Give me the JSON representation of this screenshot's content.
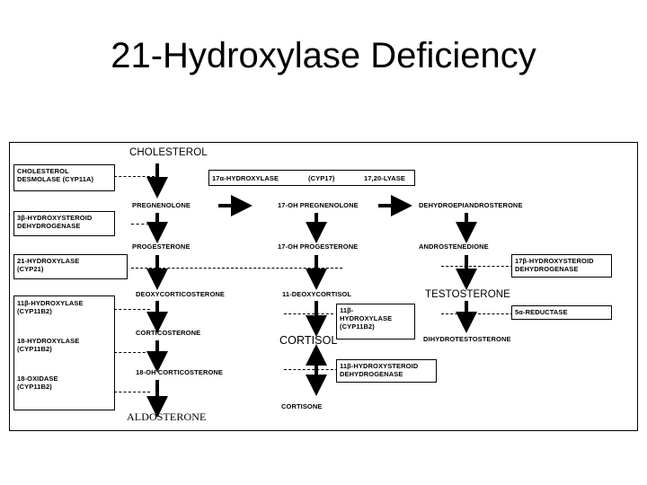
{
  "title": "21-Hydroxylase Deficiency",
  "diagram": {
    "top": "CHOLESTEROL",
    "left_enzymes": {
      "desmolase": [
        "CHOLESTEROL",
        "DESMOLASE (CYP11A)"
      ],
      "hsd3b": [
        "3β-HYDROXYSTEROID",
        "DEHYDROGENASE"
      ],
      "cyp21": [
        "21-HYDROXYLASE",
        "(CYP21)"
      ],
      "cyp11b2": [
        "11β-HYDROXYLASE",
        "(CYP11B2)",
        "18-HYDROXYLASE",
        "(CYP11B2)",
        "18-OXIDASE",
        "(CYP11B2)"
      ]
    },
    "top_enzyme": {
      "hydroxylase": "17α-HYDROXYLASE",
      "gene": "(CYP17)",
      "lyase": "17,20-LYASE"
    },
    "col1": [
      "PREGNENOLONE",
      "PROGESTERONE",
      "DEOXYCORTICOSTERONE",
      "CORTICOSTERONE",
      "18-OH CORTICOSTERONE",
      "ALDOSTERONE"
    ],
    "col2": [
      "17-OH PREGNENOLONE",
      "17-OH PROGESTERONE",
      "11-DEOXYCORTISOL",
      "CORTISOL",
      "CORTISONE"
    ],
    "col3": [
      "DEHYDROEPIANDROSTERONE",
      "ANDROSTENEDIONE",
      "TESTOSTERONE",
      "DIHYDROTESTOSTERONE"
    ],
    "right_enzymes": {
      "hsd17b": [
        "17β-HYDROXYSTEROID",
        "DEHYDROGENASE"
      ],
      "reductase": "5α-REDUCTASE",
      "cyp11b1": [
        "11β-",
        "HYDROXYLASE",
        "(CYP11B2)"
      ],
      "hsd11b": [
        "11β-HYDROXYSTEROID",
        "DEHYDROGENASE"
      ]
    }
  }
}
